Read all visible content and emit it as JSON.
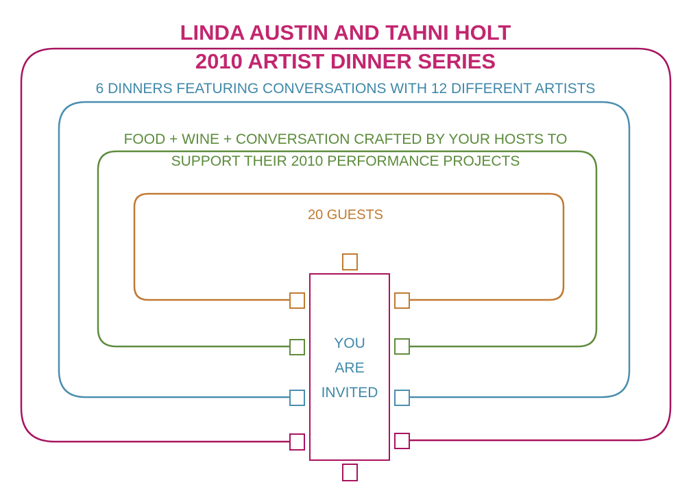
{
  "title": {
    "line1": "LINDA AUSTIN AND TAHNI HOLT",
    "line2": "2010 ARTIST DINNER SERIES"
  },
  "blue_text": "6 DINNERS FEATURING CONVERSATIONS WITH 12 DIFFERENT ARTISTS",
  "green_text": {
    "line1": "FOOD + WINE + CONVERSATION CRAFTED BY YOUR HOSTS TO",
    "line2": "SUPPORT THEIR 2010 PERFORMANCE PROJECTS"
  },
  "orange_text": "20 GUESTS",
  "table_text": {
    "line1": "YOU",
    "line2": "ARE",
    "line3": "INVITED"
  },
  "colors": {
    "magenta": "#a8135f",
    "blue": "#4a8eae",
    "green": "#5f8c3c",
    "orange": "#c07a32"
  }
}
